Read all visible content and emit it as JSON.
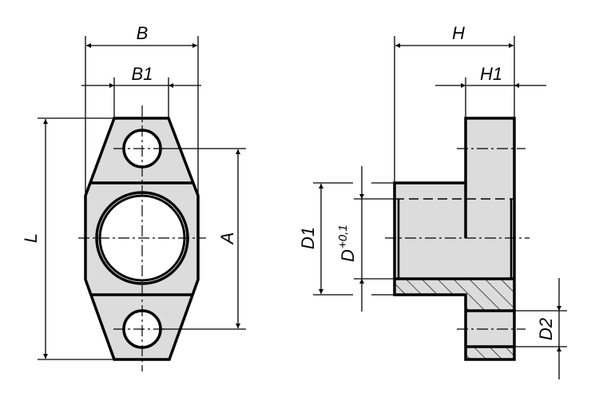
{
  "labels": {
    "B": "B",
    "B1": "B1",
    "L": "L",
    "A": "A",
    "H": "H",
    "H1": "H1",
    "D1": "D1",
    "D": "D",
    "D_tol": "+0,1",
    "D2": "D2"
  },
  "colors": {
    "fill": "#dcdcdc",
    "line": "#000000"
  }
}
